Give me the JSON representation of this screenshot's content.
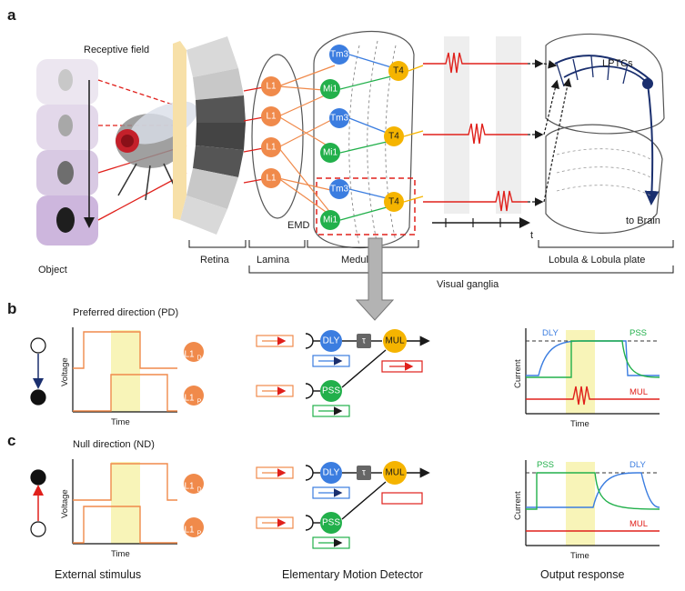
{
  "panels": {
    "a": "a",
    "b": "b",
    "c": "c"
  },
  "panel_a": {
    "receptive_field": "Receptive field",
    "object": "Object",
    "emd": "EMD",
    "lptcs": "LPTCs",
    "to_brain": "to Brain",
    "time_axis": "t",
    "cells": {
      "l1": "L1",
      "mi1": "Mi1",
      "tm3": "Tm3",
      "t4": "T4"
    },
    "brackets": {
      "retina": "Retina",
      "lamina": "Lamina",
      "medulla": "Medulla",
      "lobula": "Lobula & Lobula plate",
      "visual_ganglia": "Visual ganglia"
    }
  },
  "panel_b": {
    "title": "Preferred direction (PD)",
    "ylabel": "Voltage",
    "xlabel": "Time",
    "trace1": "L1",
    "trace1_sub": "D",
    "trace2": "L1",
    "trace2_sub": "P",
    "emd": {
      "dly": "DLY",
      "tau": "τ",
      "mul": "MUL",
      "pss": "PSS"
    },
    "out": {
      "ylabel": "Current",
      "xlabel": "Time",
      "dly": "DLY",
      "pss": "PSS",
      "mul": "MUL"
    }
  },
  "panel_c": {
    "title": "Null direction (ND)",
    "ylabel": "Voltage",
    "xlabel": "Time",
    "trace1": "L1",
    "trace1_sub": "D",
    "trace2": "L1",
    "trace2_sub": "P",
    "emd": {
      "dly": "DLY",
      "tau": "τ",
      "mul": "MUL",
      "pss": "PSS"
    },
    "out": {
      "ylabel": "Current",
      "xlabel": "Time",
      "dly": "DLY",
      "pss": "PSS",
      "mul": "MUL"
    }
  },
  "captions": {
    "external": "External stimulus",
    "emd": "Elementary Motion Detector",
    "output": "Output response"
  },
  "colors": {
    "orange": "#f08a4b",
    "blue": "#3b7de0",
    "green": "#22b04b",
    "yellow": "#f5b400",
    "red": "#e0201b",
    "navy": "#1a2f6e"
  }
}
